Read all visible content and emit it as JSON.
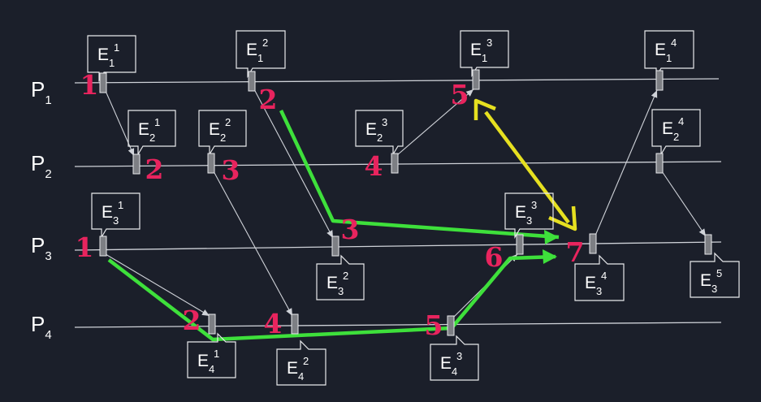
{
  "diagram": {
    "colors": {
      "background": "#1b1f2a",
      "line": "#cfd2d8",
      "event": "#7d7f84",
      "number": "#e8245e",
      "green_path": "#3ee03b",
      "yellow_path": "#e6e020"
    },
    "processes": [
      {
        "id": "p1",
        "label": "P",
        "sub": "1"
      },
      {
        "id": "p2",
        "label": "P",
        "sub": "2"
      },
      {
        "id": "p3",
        "label": "P",
        "sub": "3"
      },
      {
        "id": "p4",
        "label": "P",
        "sub": "4"
      }
    ],
    "events": [
      {
        "id": "e11",
        "process": "p1",
        "main": "E",
        "sub": "1",
        "sup": "1",
        "number": "1"
      },
      {
        "id": "e12",
        "process": "p1",
        "main": "E",
        "sub": "1",
        "sup": "2",
        "number": "2"
      },
      {
        "id": "e13",
        "process": "p1",
        "main": "E",
        "sub": "1",
        "sup": "3",
        "number": "5"
      },
      {
        "id": "e14",
        "process": "p1",
        "main": "E",
        "sub": "1",
        "sup": "4",
        "number": ""
      },
      {
        "id": "e21",
        "process": "p2",
        "main": "E",
        "sub": "2",
        "sup": "1",
        "number": "2"
      },
      {
        "id": "e22",
        "process": "p2",
        "main": "E",
        "sub": "2",
        "sup": "2",
        "number": "3"
      },
      {
        "id": "e23",
        "process": "p2",
        "main": "E",
        "sub": "2",
        "sup": "3",
        "number": "4"
      },
      {
        "id": "e24",
        "process": "p2",
        "main": "E",
        "sub": "2",
        "sup": "4",
        "number": ""
      },
      {
        "id": "e31",
        "process": "p3",
        "main": "E",
        "sub": "3",
        "sup": "1",
        "number": "1"
      },
      {
        "id": "e32",
        "process": "p3",
        "main": "E",
        "sub": "3",
        "sup": "2",
        "number": "3"
      },
      {
        "id": "e33",
        "process": "p3",
        "main": "E",
        "sub": "3",
        "sup": "3",
        "number": "6"
      },
      {
        "id": "e34",
        "process": "p3",
        "main": "E",
        "sub": "3",
        "sup": "4",
        "number": "7"
      },
      {
        "id": "e35",
        "process": "p3",
        "main": "E",
        "sub": "3",
        "sup": "5",
        "number": ""
      },
      {
        "id": "e41",
        "process": "p4",
        "main": "E",
        "sub": "4",
        "sup": "1",
        "number": "2"
      },
      {
        "id": "e42",
        "process": "p4",
        "main": "E",
        "sub": "4",
        "sup": "2",
        "number": "4"
      },
      {
        "id": "e43",
        "process": "p4",
        "main": "E",
        "sub": "4",
        "sup": "3",
        "number": "5"
      }
    ],
    "messages": [
      {
        "from": "e11",
        "to": "e21"
      },
      {
        "from": "e12",
        "to": "e32"
      },
      {
        "from": "e22",
        "to": "e42"
      },
      {
        "from": "e23",
        "to": "e13"
      },
      {
        "from": "e31",
        "to": "e41"
      },
      {
        "from": "e34",
        "to": "e14"
      },
      {
        "from": "e24",
        "to": "e35"
      },
      {
        "from": "e43",
        "to": "e33"
      }
    ]
  }
}
